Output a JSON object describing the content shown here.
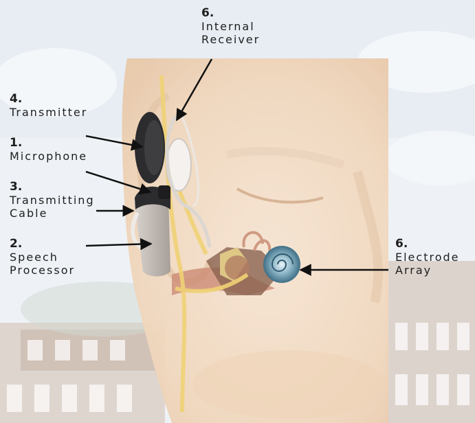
{
  "labels": {
    "internal_receiver": {
      "number": "6.",
      "line1": "Internal",
      "line2": "Receiver"
    },
    "transmitter": {
      "number": "4.",
      "line1": "Transmitter"
    },
    "microphone": {
      "number": "1.",
      "line1": "Microphone"
    },
    "transmitting_cable": {
      "number": "3.",
      "line1": "Transmitting",
      "line2": "Cable"
    },
    "speech_processor": {
      "number": "2.",
      "line1": "Speech",
      "line2": "Processor"
    },
    "electrode_array": {
      "number": "6.",
      "line1": "Electrode",
      "line2": "Array"
    }
  },
  "colors": {
    "skin": "#f3dcc4",
    "skin_shadow": "#e2c0a2",
    "nerve": "#f0d276",
    "device_dark": "#2c2c2e",
    "cochlea": "#5d8fa6",
    "background_building": "#c9b8ad",
    "sky": "#eaf0f5",
    "arrow": "#111111"
  }
}
